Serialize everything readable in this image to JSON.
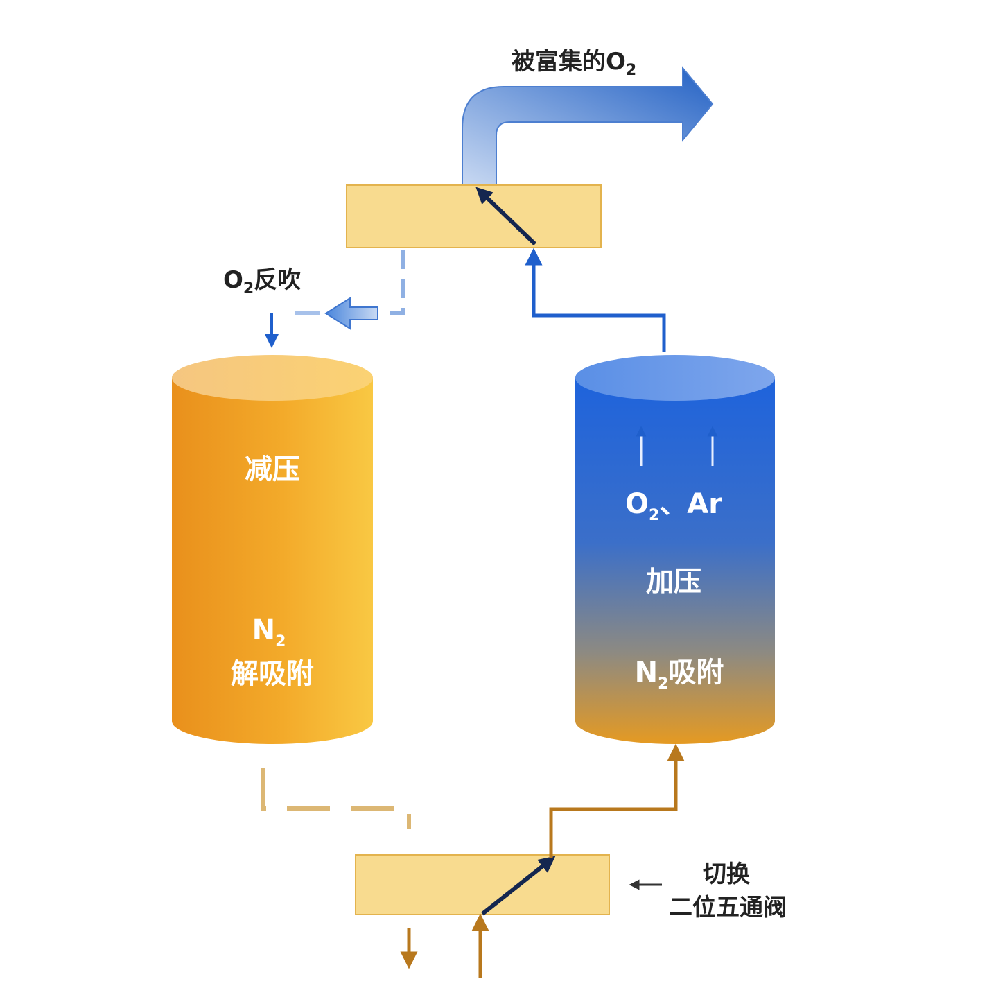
{
  "colors": {
    "valve_fill": "#f8db8f",
    "valve_stroke": "#e3b34e",
    "tank_orange": "#f1a21e",
    "tank_blue": "#2566d6",
    "line_blue": "#1f5fcc",
    "line_brown": "#b8781d",
    "switch_arrow": "#14264f"
  },
  "labels": {
    "enriched_o2": {
      "text": "被富集的O",
      "sub": "2"
    },
    "o2_backflush": {
      "sub": "2",
      "text": "反吹",
      "prefix": "O"
    },
    "left_tank": {
      "state": "减压",
      "gas": "N",
      "gas_sub": "2",
      "process": "解吸附"
    },
    "right_tank": {
      "gas_prefix": "O",
      "gas_sub": "2",
      "gas_rest": "、Ar",
      "state": "加压",
      "ads_prefix": "N",
      "ads_sub": "2",
      "ads_rest": "吸附"
    },
    "valve_note": {
      "line1": "切换",
      "line2": "二位五通阀"
    }
  }
}
